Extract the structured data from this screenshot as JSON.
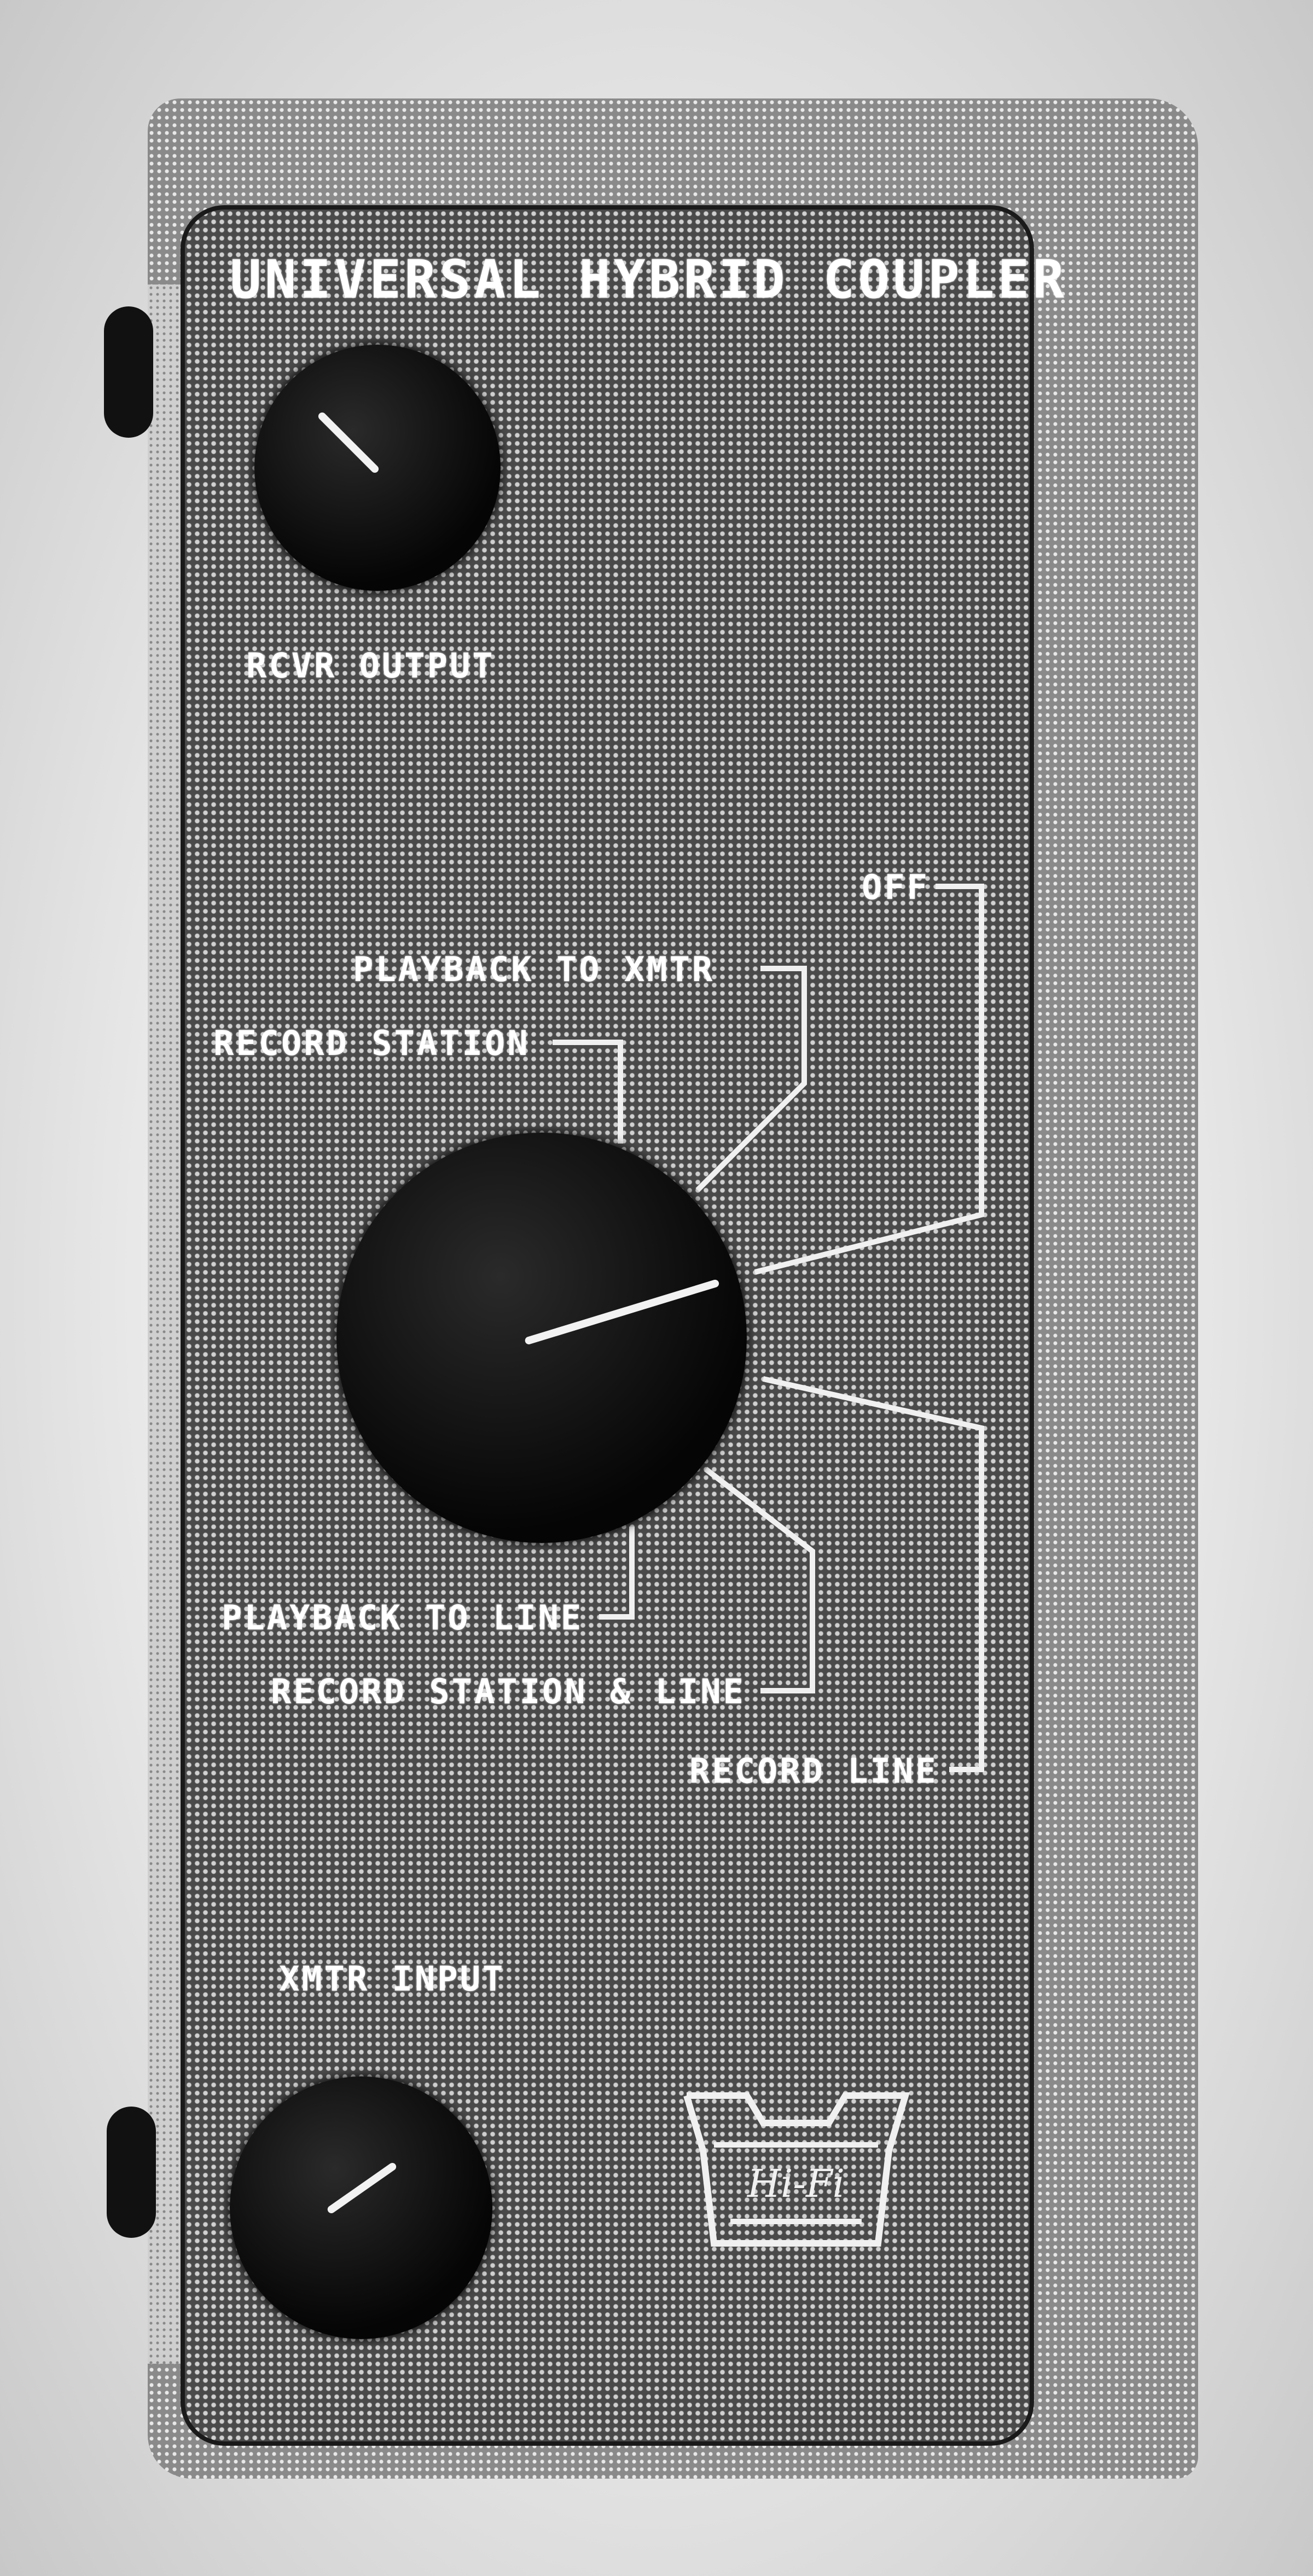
{
  "panel": {
    "title": "UNIVERSAL HYBRID COUPLER"
  },
  "controls": {
    "rcvr_output": {
      "label": "RCVR OUTPUT"
    },
    "xmtr_input": {
      "label": "XMTR INPUT"
    },
    "mode_selector": {
      "positions": {
        "off": "OFF",
        "playback_to_xmtr": "PLAYBACK TO XMTR",
        "record_station": "RECORD STATION",
        "playback_to_line": "PLAYBACK TO LINE",
        "record_station_and_line": "RECORD STATION & LINE",
        "record_line": "RECORD LINE"
      }
    }
  },
  "logo": {
    "text": "Hi-Fi"
  }
}
